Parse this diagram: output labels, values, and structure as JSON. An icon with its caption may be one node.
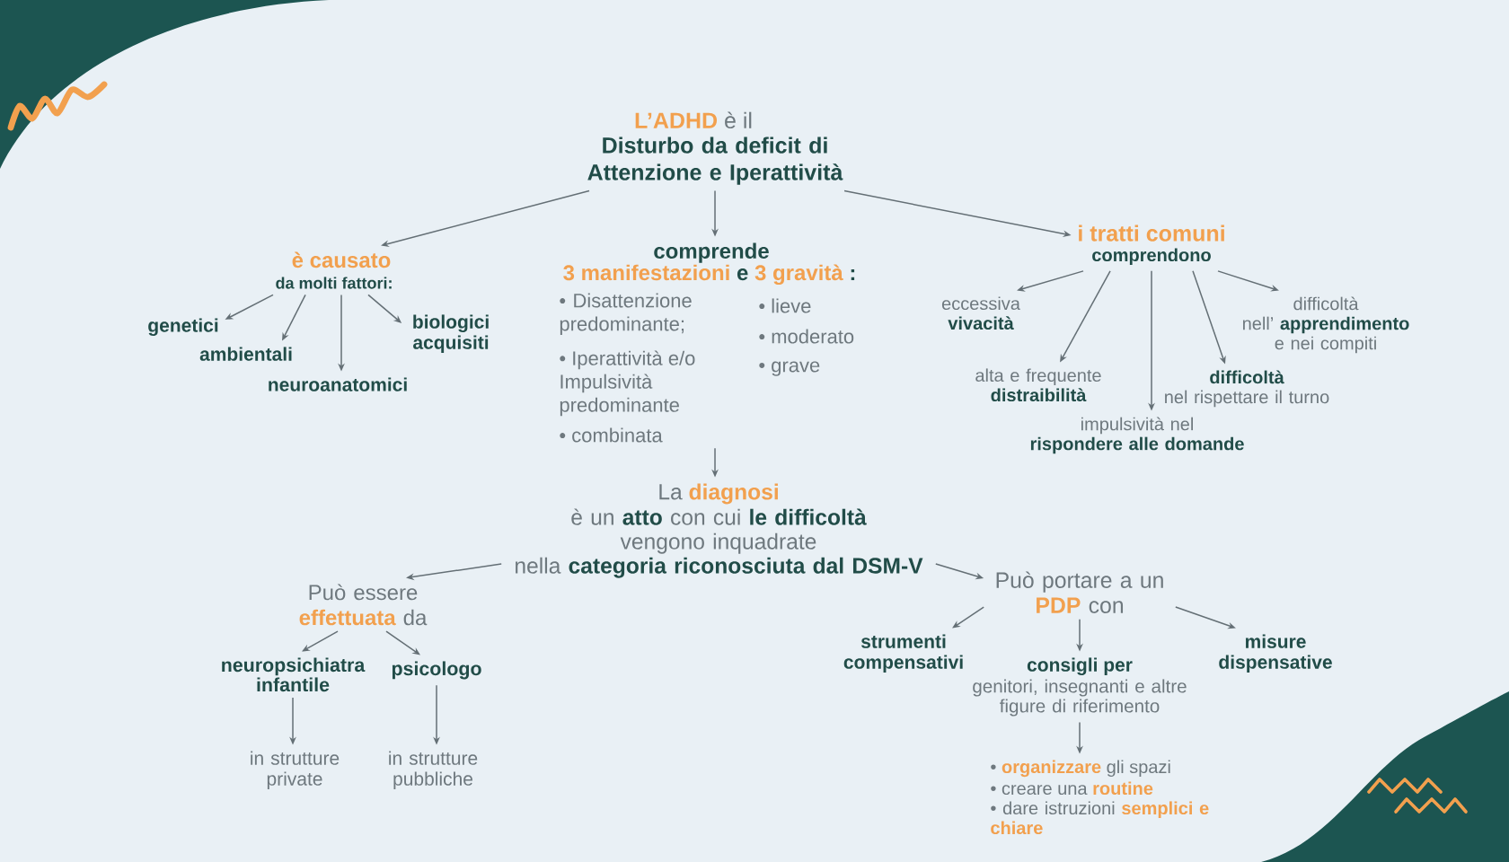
{
  "diagram": {
    "nodes": [
      {
        "text": [
          "**L’ADHD** è il",
          "Disturbo da deficit di Attenzione e Iperattività"
        ]
      },
      {
        "text": [
          "è causato",
          "da molti fattori:"
        ]
      },
      {
        "text": [
          "genetici"
        ]
      },
      {
        "text": [
          "ambientali"
        ]
      },
      {
        "text": [
          "neuroanatomici"
        ]
      },
      {
        "text": [
          "biologici acquisiti"
        ]
      },
      {
        "text": [
          "comprende",
          "**3 manifestazioni** e **3 gravità** :",
          "• Disattenzione predominante;",
          "• Iperattività e/o Impulsività predominante",
          "• combinata",
          "• lieve",
          "• moderato",
          "• grave"
        ]
      },
      {
        "text": [
          "i tratti comuni",
          "comprendono"
        ]
      },
      {
        "text": [
          "eccessiva **vivacità**"
        ]
      },
      {
        "text": [
          "difficoltà nell’ **apprendimento** e nei compiti"
        ]
      },
      {
        "text": [
          "alta e frequente **distraibilità**"
        ]
      },
      {
        "text": [
          "**difficoltà** nel rispettare il turno"
        ]
      },
      {
        "text": [
          "impulsività nel **rispondere alle domande**"
        ]
      },
      {
        "text": [
          "La **diagnosi**",
          "è un **atto** con cui **le difficoltà** vengono inquadrate nella **categoria riconosciuta dal DSM-V**"
        ]
      },
      {
        "text": [
          "Può essere **effettuata** da"
        ]
      },
      {
        "text": [
          "neuropsichiatra infantile"
        ]
      },
      {
        "text": [
          "psicologo"
        ]
      },
      {
        "text": [
          "in strutture private"
        ]
      },
      {
        "text": [
          "in strutture pubbliche"
        ]
      },
      {
        "text": [
          "Può portare a un **PDP** con"
        ]
      },
      {
        "text": [
          "strumenti compensativi"
        ]
      },
      {
        "text": [
          "consigli per",
          "genitori, insegnanti e altre figure di riferimento"
        ]
      },
      {
        "text": [
          "misure dispensative"
        ]
      },
      {
        "text": [
          "• **organizzare** gli spazi",
          "• creare una **routine**",
          "• dare istruzioni **semplici e chiare**"
        ]
      }
    ],
    "edges": [
      {
        "from": 0,
        "to": 1,
        "arrow": "to"
      },
      {
        "from": 0,
        "to": 6,
        "arrow": "to"
      },
      {
        "from": 0,
        "to": 7,
        "arrow": "to"
      },
      {
        "from": 1,
        "to": 2,
        "arrow": "to"
      },
      {
        "from": 1,
        "to": 3,
        "arrow": "to"
      },
      {
        "from": 1,
        "to": 4,
        "arrow": "to"
      },
      {
        "from": 1,
        "to": 5,
        "arrow": "to"
      },
      {
        "from": 6,
        "to": 13,
        "arrow": "to"
      },
      {
        "from": 7,
        "to": 8,
        "arrow": "to"
      },
      {
        "from": 7,
        "to": 9,
        "arrow": "to"
      },
      {
        "from": 7,
        "to": 10,
        "arrow": "to"
      },
      {
        "from": 7,
        "to": 11,
        "arrow": "to"
      },
      {
        "from": 7,
        "to": 12,
        "arrow": "to"
      },
      {
        "from": 13,
        "to": 14,
        "arrow": "to"
      },
      {
        "from": 13,
        "to": 19,
        "arrow": "to"
      },
      {
        "from": 14,
        "to": 15,
        "arrow": "to"
      },
      {
        "from": 14,
        "to": 16,
        "arrow": "to"
      },
      {
        "from": 15,
        "to": 17,
        "arrow": "to"
      },
      {
        "from": 16,
        "to": 18,
        "arrow": "to"
      },
      {
        "from": 19,
        "to": 20,
        "arrow": "to"
      },
      {
        "from": 19,
        "to": 21,
        "arrow": "to"
      },
      {
        "from": 19,
        "to": 22,
        "arrow": "to"
      },
      {
        "from": 21,
        "to": 23,
        "arrow": "to"
      }
    ]
  }
}
